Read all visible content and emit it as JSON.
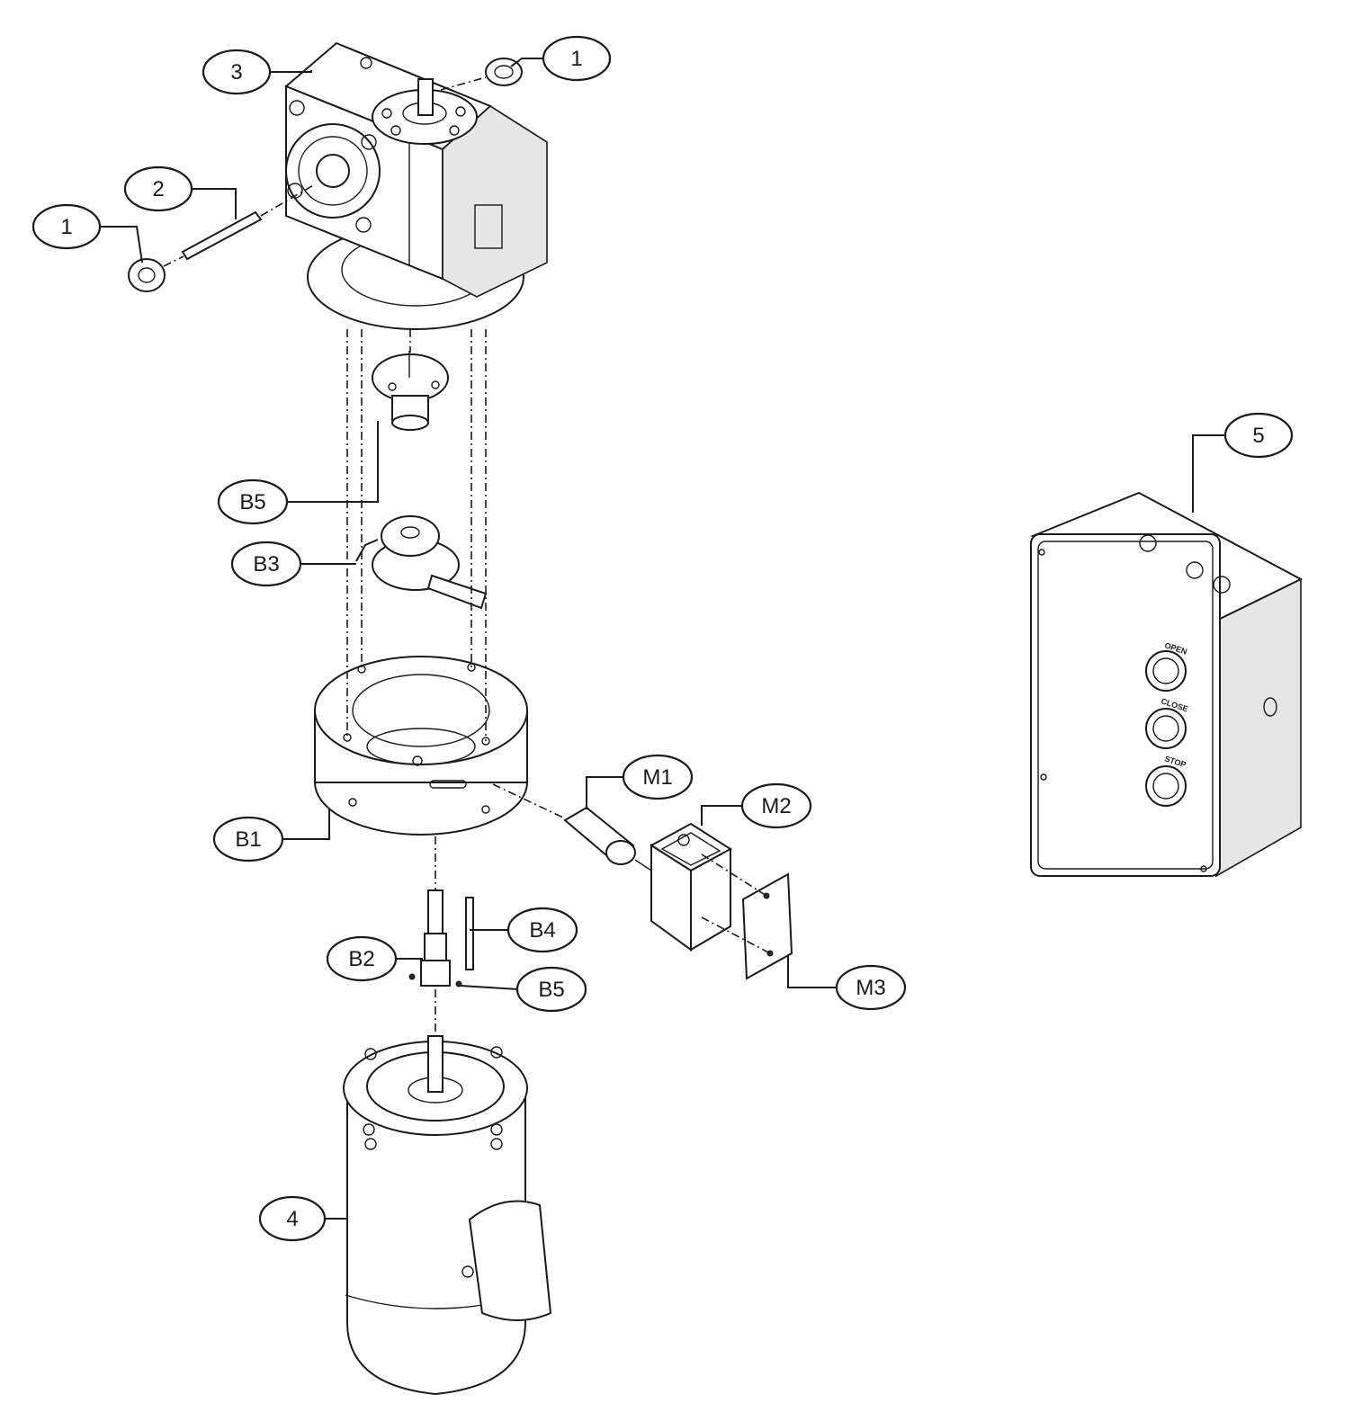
{
  "callouts": {
    "c1_top": "1",
    "c1_left": "1",
    "c2": "2",
    "c3": "3",
    "c4": "4",
    "c5": "5",
    "b1": "B1",
    "b2": "B2",
    "b3": "B3",
    "b4": "B4",
    "b5_upper": "B5",
    "b5_lower": "B5",
    "m1": "M1",
    "m2": "M2",
    "m3": "M3"
  },
  "control_box": {
    "open_label": "OPEN",
    "close_label": "CLOSE",
    "stop_label": "STOP"
  }
}
